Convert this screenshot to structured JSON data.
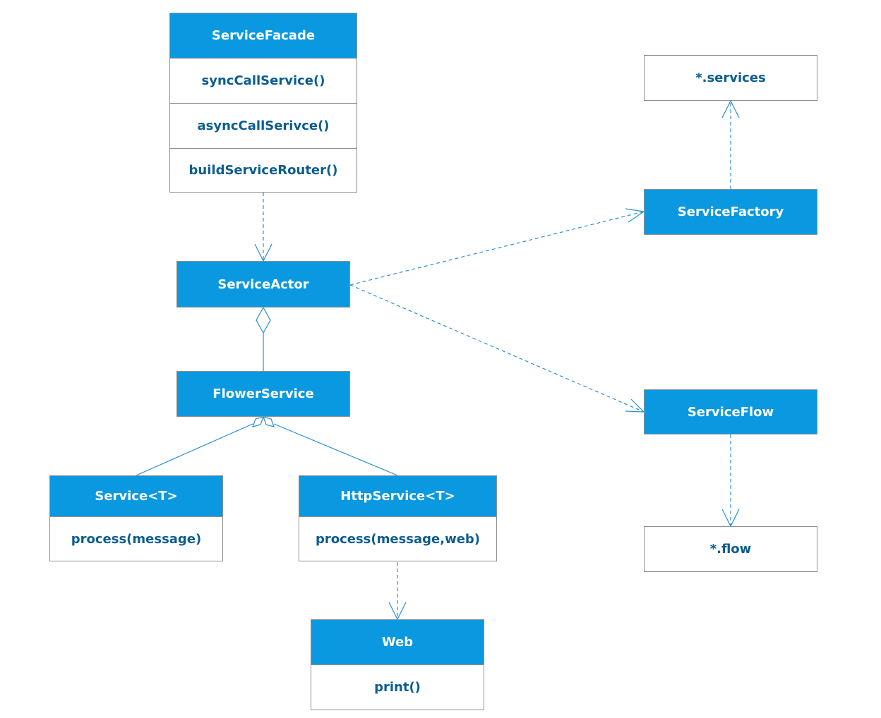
{
  "colors": {
    "header": "#0a99e0",
    "header_text": "#ffffff",
    "member_text": "#0a5d91",
    "edge": "#2a8fd0",
    "border": "#8f8f8f"
  },
  "nodes": {
    "service_facade": {
      "name": "ServiceFacade",
      "members": [
        "syncCallService()",
        "asyncCallSerivce()",
        "buildServiceRouter()"
      ]
    },
    "service_actor": {
      "name": "ServiceActor"
    },
    "flower_service": {
      "name": "FlowerService"
    },
    "service_t": {
      "name": "Service<T>",
      "members": [
        "process(message)"
      ]
    },
    "http_service_t": {
      "name": "HttpService<T>",
      "members": [
        "process(message,web)"
      ]
    },
    "web": {
      "name": "Web",
      "members": [
        "print()"
      ]
    },
    "services_pkg": {
      "name": "*.services"
    },
    "service_factory": {
      "name": "ServiceFactory"
    },
    "service_flow": {
      "name": "ServiceFlow"
    },
    "flow_pkg": {
      "name": "*.flow"
    }
  },
  "edges": [
    {
      "from": "ServiceFacade",
      "to": "ServiceActor",
      "type": "dependency"
    },
    {
      "from": "ServiceActor",
      "to": "ServiceFactory",
      "type": "dependency"
    },
    {
      "from": "ServiceActor",
      "to": "ServiceFlow",
      "type": "dependency"
    },
    {
      "from": "ServiceFactory",
      "to": "*.services",
      "type": "dependency"
    },
    {
      "from": "ServiceFlow",
      "to": "*.flow",
      "type": "dependency"
    },
    {
      "from": "HttpService<T>",
      "to": "Web",
      "type": "dependency"
    },
    {
      "from": "FlowerService",
      "to": "ServiceActor",
      "type": "aggregation"
    },
    {
      "from": "Service<T>",
      "to": "FlowerService",
      "type": "aggregation"
    },
    {
      "from": "HttpService<T>",
      "to": "FlowerService",
      "type": "aggregation"
    }
  ]
}
